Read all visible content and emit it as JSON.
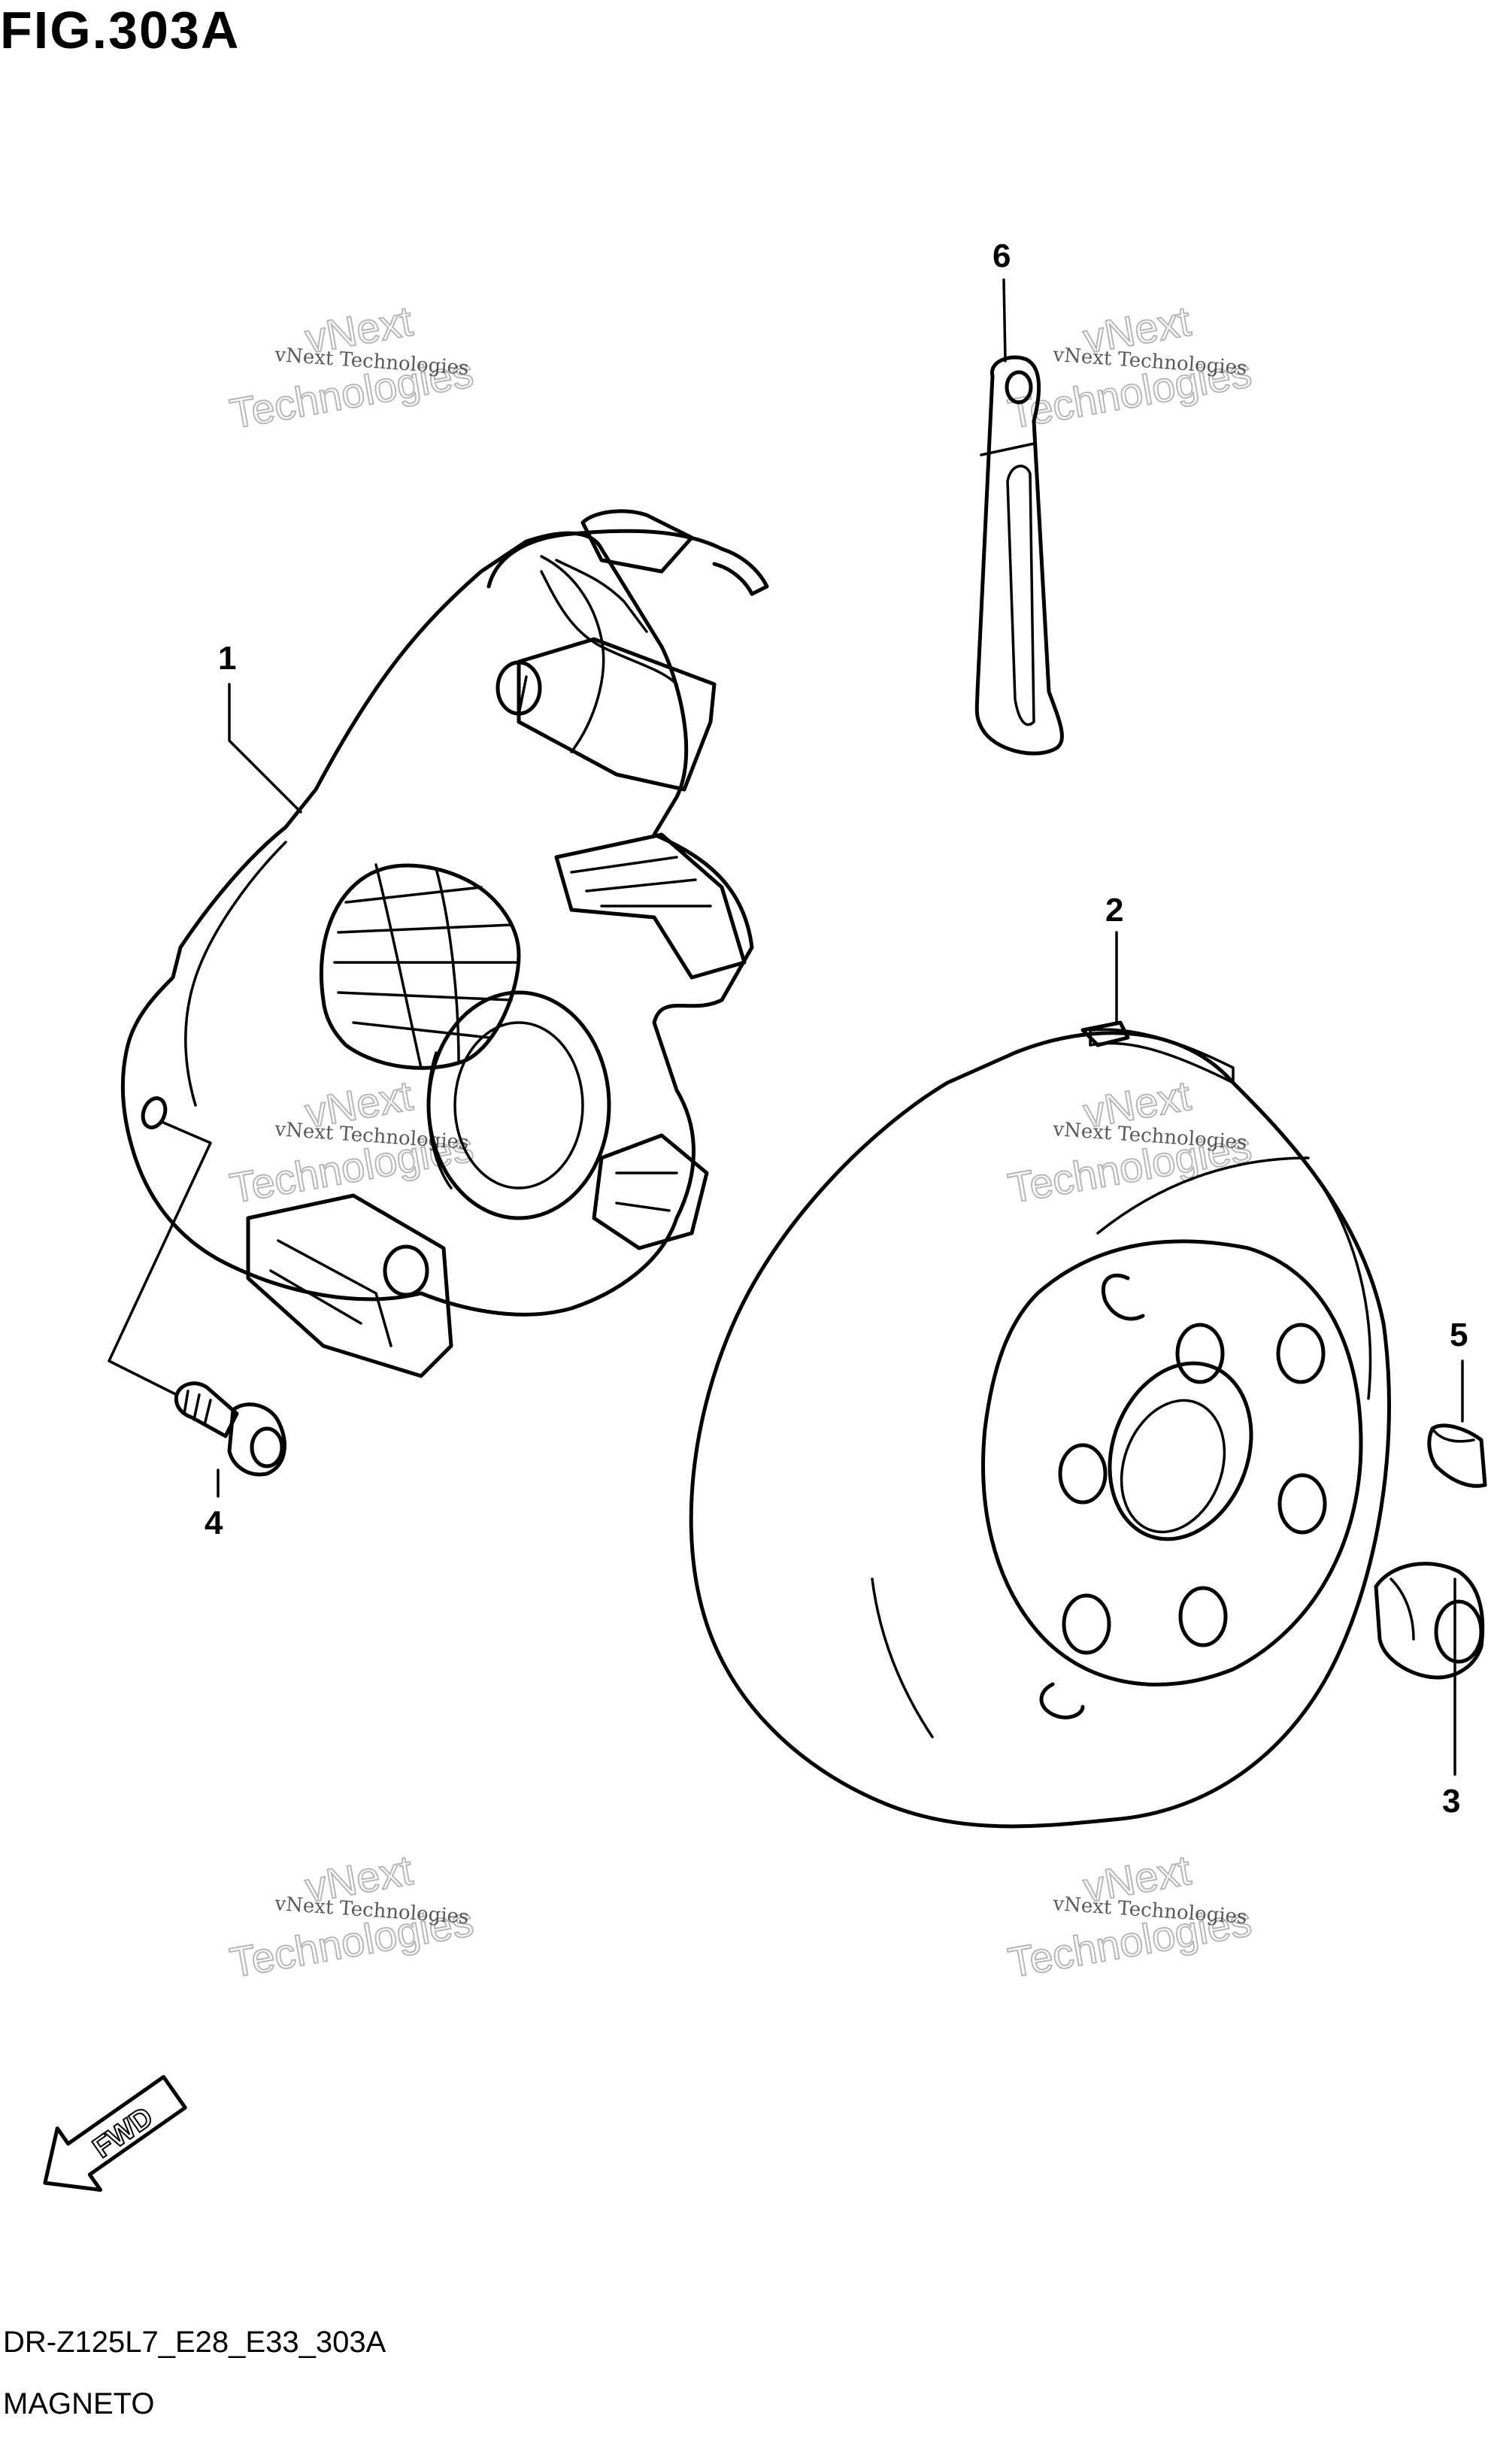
{
  "figure": {
    "title": "FIG.303A",
    "model_code": "DR-Z125L7_E28_E33_303A",
    "section_name": "MAGNETO"
  },
  "callouts": [
    {
      "id": "1",
      "label": "1",
      "part": "stator"
    },
    {
      "id": "2",
      "label": "2",
      "part": "rotor"
    },
    {
      "id": "3",
      "label": "3",
      "part": "nut"
    },
    {
      "id": "4",
      "label": "4",
      "part": "bolt"
    },
    {
      "id": "5",
      "label": "5",
      "part": "key"
    },
    {
      "id": "6",
      "label": "6",
      "part": "clamp"
    }
  ],
  "direction_marker": {
    "label": "FWD",
    "icon": "fwd-arrow-icon"
  },
  "watermark": {
    "small_text": "vNext Technologies",
    "big_line1": "vNext",
    "big_line2": "Technologies"
  }
}
